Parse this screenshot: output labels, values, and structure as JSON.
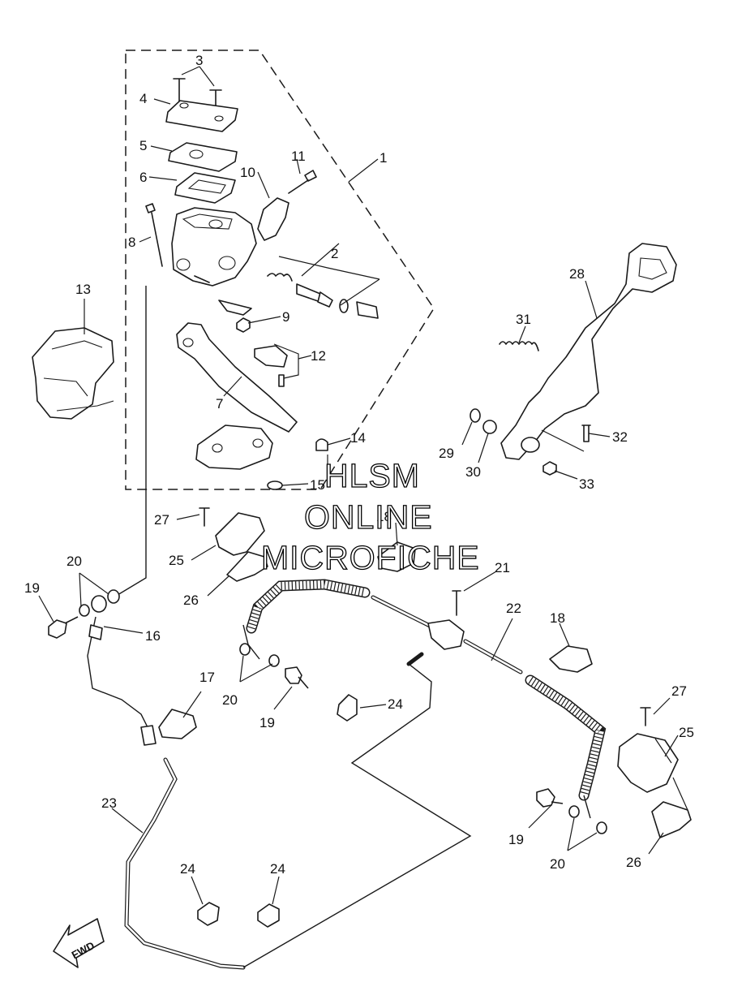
{
  "watermark": {
    "line1": "HLSM",
    "line2": "ONLINE",
    "line3": "MICROFICHE"
  },
  "direction_label": "FWD",
  "callouts": {
    "c1": "1",
    "c2": "2",
    "c3": "3",
    "c4": "4",
    "c5": "5",
    "c6": "6",
    "c7": "7",
    "c8": "8",
    "c9": "9",
    "c10": "10",
    "c11": "11",
    "c12": "12",
    "c13": "13",
    "c14": "14",
    "c15": "15",
    "c16": "16",
    "c17": "17",
    "c18a": "18",
    "c18b": "18",
    "c19a": "19",
    "c19b": "19",
    "c19c": "19",
    "c20a": "20",
    "c20b": "20",
    "c20c": "20",
    "c21": "21",
    "c22": "22",
    "c23": "23",
    "c24a": "24",
    "c24b": "24",
    "c24c": "24",
    "c25a": "25",
    "c25b": "25",
    "c26a": "26",
    "c26b": "26",
    "c27a": "27",
    "c27b": "27",
    "c28": "28",
    "c29": "29",
    "c30": "30",
    "c31": "31",
    "c32": "32",
    "c33": "33"
  }
}
